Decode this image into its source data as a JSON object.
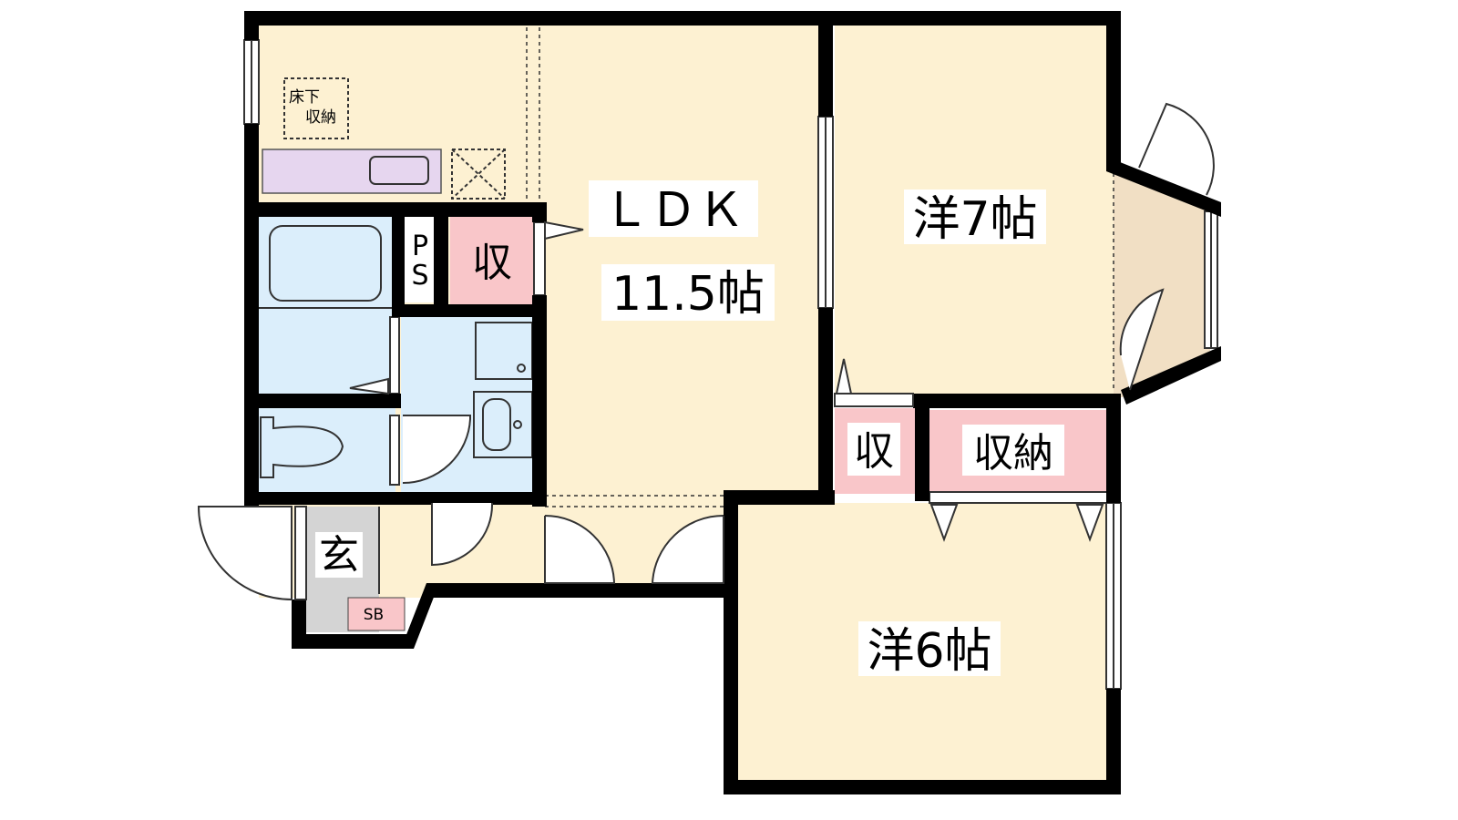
{
  "floorplan": {
    "ldk": {
      "label": "ＬＤＫ",
      "size": "11.5帖"
    },
    "west7": {
      "label": "洋7帖"
    },
    "west6": {
      "label": "洋6帖"
    },
    "storage_small_a": {
      "label": "収"
    },
    "storage_small_b": {
      "label": "収"
    },
    "storage_closet": {
      "label": "収納"
    },
    "pipe_space": {
      "line1": "P",
      "line2": "S"
    },
    "entrance": {
      "label": "玄"
    },
    "shoe_box": {
      "label": "SB"
    },
    "underfloor": {
      "line1": "床下",
      "line2": "収納"
    }
  },
  "colors": {
    "room_fill": "#fdf1d2",
    "wet_area_fill": "#dbeefb",
    "storage_fill": "#f9c6c9",
    "kitchen_fill": "#e6d6ef",
    "entrance_fill": "#d4d4d4",
    "bay_fill": "#f1dfc4",
    "wall": "#000000"
  }
}
